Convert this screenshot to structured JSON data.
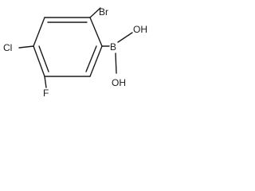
{
  "molecule": {
    "atoms": {
      "br": "Br",
      "cl": "Cl",
      "f": "F",
      "b": "B",
      "oh_top": "OH",
      "oh_bottom": "OH"
    },
    "bond_color": "#1a1a1a",
    "background": "#ffffff"
  }
}
